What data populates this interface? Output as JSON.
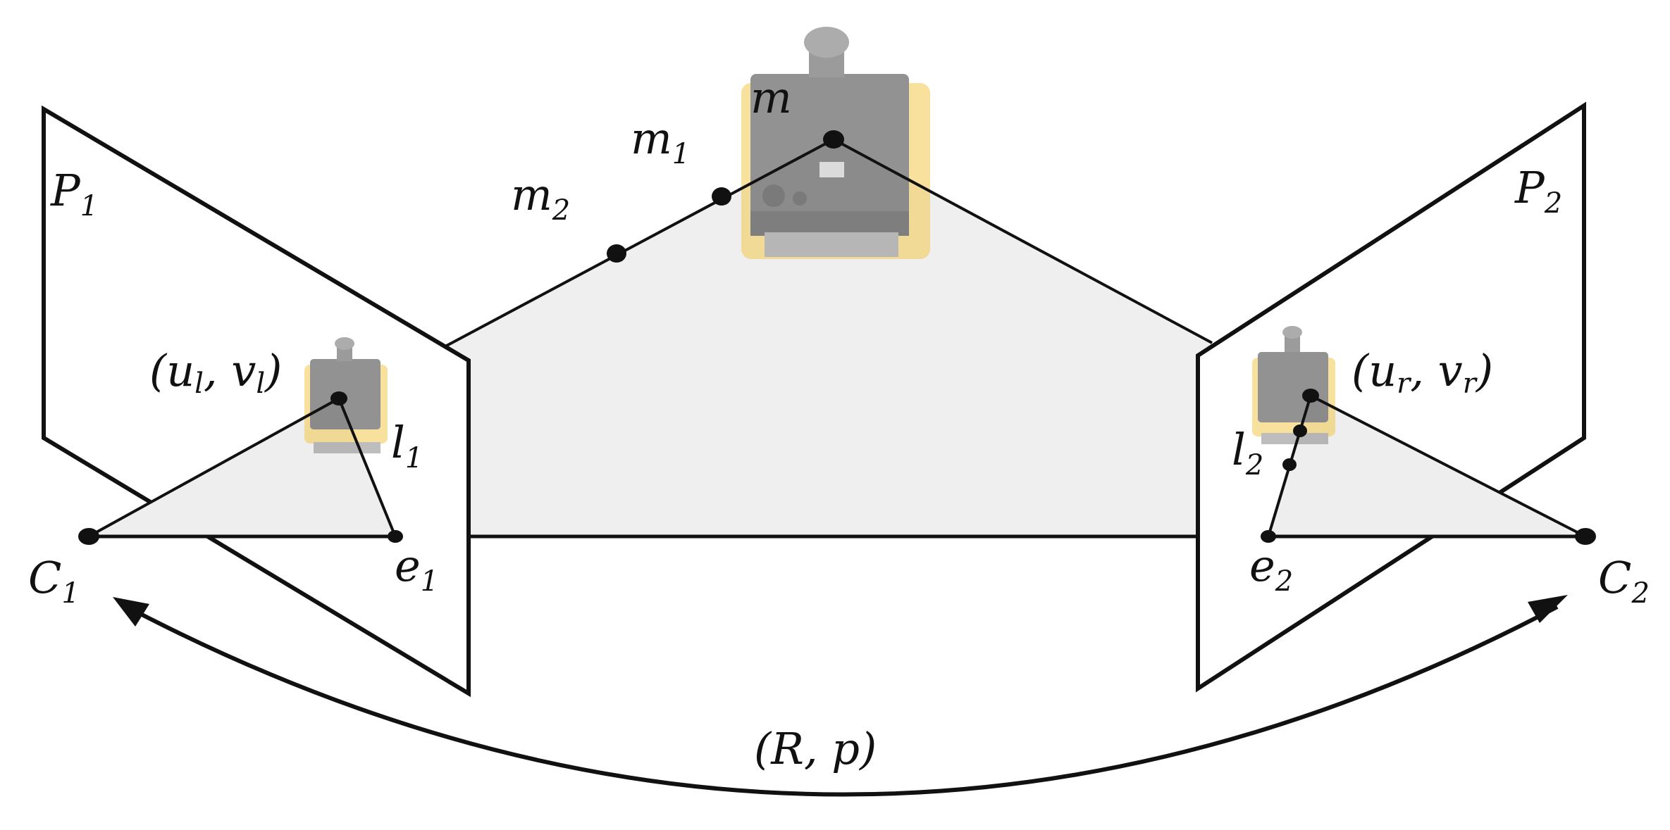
{
  "labels": {
    "P1": {
      "base": "P",
      "sub": "1"
    },
    "P2": {
      "base": "P",
      "sub": "2"
    },
    "C1": {
      "base": "C",
      "sub": "1"
    },
    "C2": {
      "base": "C",
      "sub": "2"
    },
    "e1": {
      "base": "e",
      "sub": "1"
    },
    "e2": {
      "base": "e",
      "sub": "2"
    },
    "l1": {
      "base": "l",
      "sub": "1"
    },
    "l2": {
      "base": "l",
      "sub": "2"
    },
    "m": "m",
    "m1": {
      "base": "m",
      "sub": "1"
    },
    "m2": {
      "base": "m",
      "sub": "2"
    },
    "uv_left": {
      "open": "(u",
      "sub1": "l",
      "mid": ", v",
      "sub2": "l",
      "close": ")"
    },
    "uv_right": {
      "open": "(u",
      "sub1": "r",
      "mid": ", v",
      "sub2": "r",
      "close": ")"
    },
    "Rp": "(R, p)"
  },
  "colors": {
    "line": "#111111",
    "plane_fill": "#ffffff",
    "triangle_fill": "#eeeeee",
    "robot_yellow": "#f2c94c",
    "robot_dark": "#3a3a3a"
  },
  "icons": [
    "robot-image",
    "robot-image-left",
    "robot-image-right"
  ]
}
